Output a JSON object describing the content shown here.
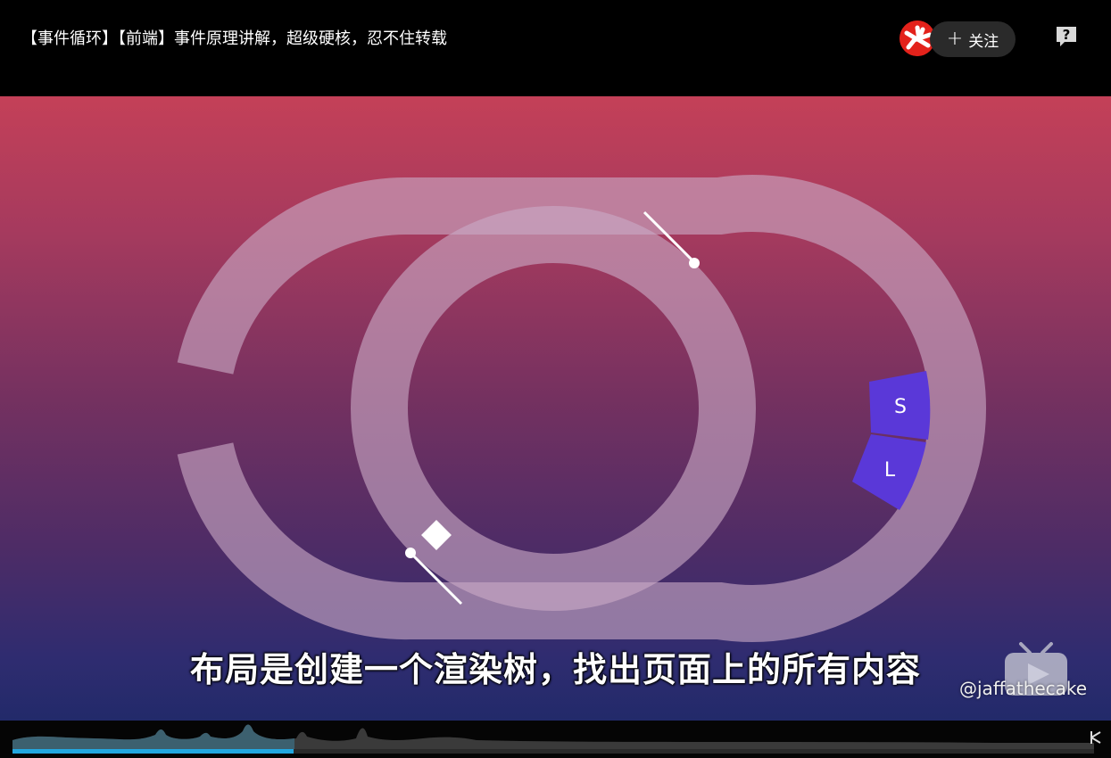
{
  "header": {
    "title": "【事件循环】【前端】事件原理讲解，超级硬核，忍不住转载",
    "follow_label": "关注",
    "follow_icon": "plus-icon",
    "help_icon": "help-icon"
  },
  "video": {
    "subtitle": "布局是创建一个渲染树，找出页面上的所有内容",
    "watermark": "@jaffathecake",
    "diagram": {
      "labels": [
        "S",
        "L"
      ]
    },
    "colors": {
      "gradient_top": "#c44058",
      "gradient_bottom": "#222a6a",
      "track": "#c8a6c4",
      "task_block": "#5a3ad6"
    }
  },
  "player": {
    "progress": 0.26,
    "progress_color": "#23a7e0"
  }
}
